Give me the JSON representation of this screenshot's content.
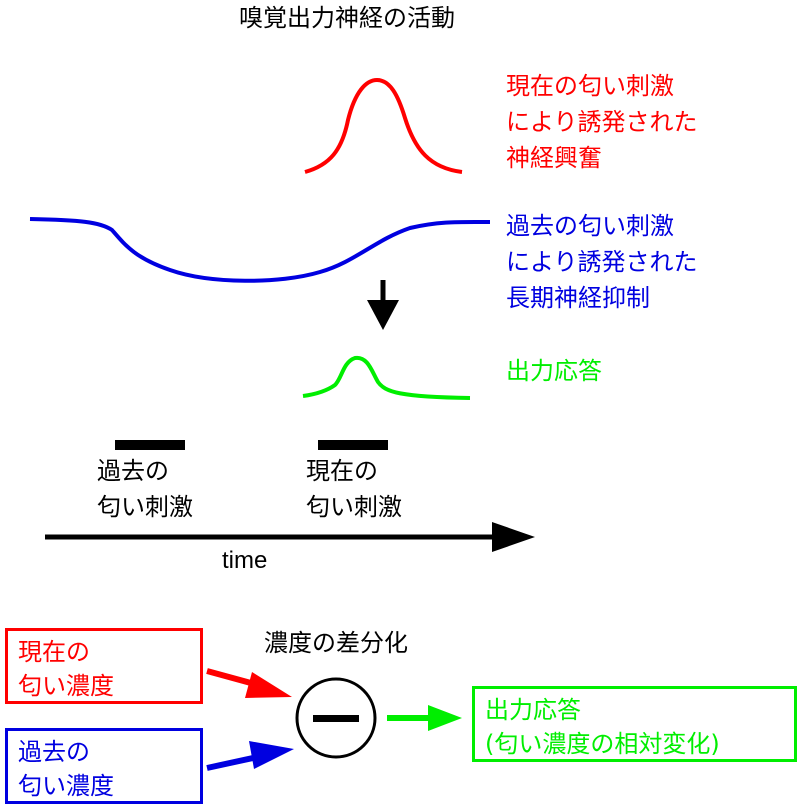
{
  "title": "嗅覚出力神経の活動",
  "labels": {
    "current_excitation": [
      "現在の匂い刺激",
      "により誘発された",
      "神経興奮"
    ],
    "past_inhibition": [
      "過去の匂い刺激",
      "により誘発された",
      "長期神経抑制"
    ],
    "output_response": "出力応答"
  },
  "stimuli": {
    "past": [
      "過去の",
      "匂い刺激"
    ],
    "current": [
      "現在の",
      "匂い刺激"
    ]
  },
  "axis_label": "time",
  "diff_title": "濃度の差分化",
  "boxes": {
    "current_concentration": [
      "現在の",
      "匂い濃度"
    ],
    "past_concentration": [
      "過去の",
      "匂い濃度"
    ],
    "output": [
      "出力応答",
      "(匂い濃度の相対変化)"
    ]
  },
  "operator_icon": "minus-icon",
  "colors": {
    "red": "#ff0000",
    "blue": "#0000e0",
    "green": "#00ee00",
    "black": "#000000"
  }
}
